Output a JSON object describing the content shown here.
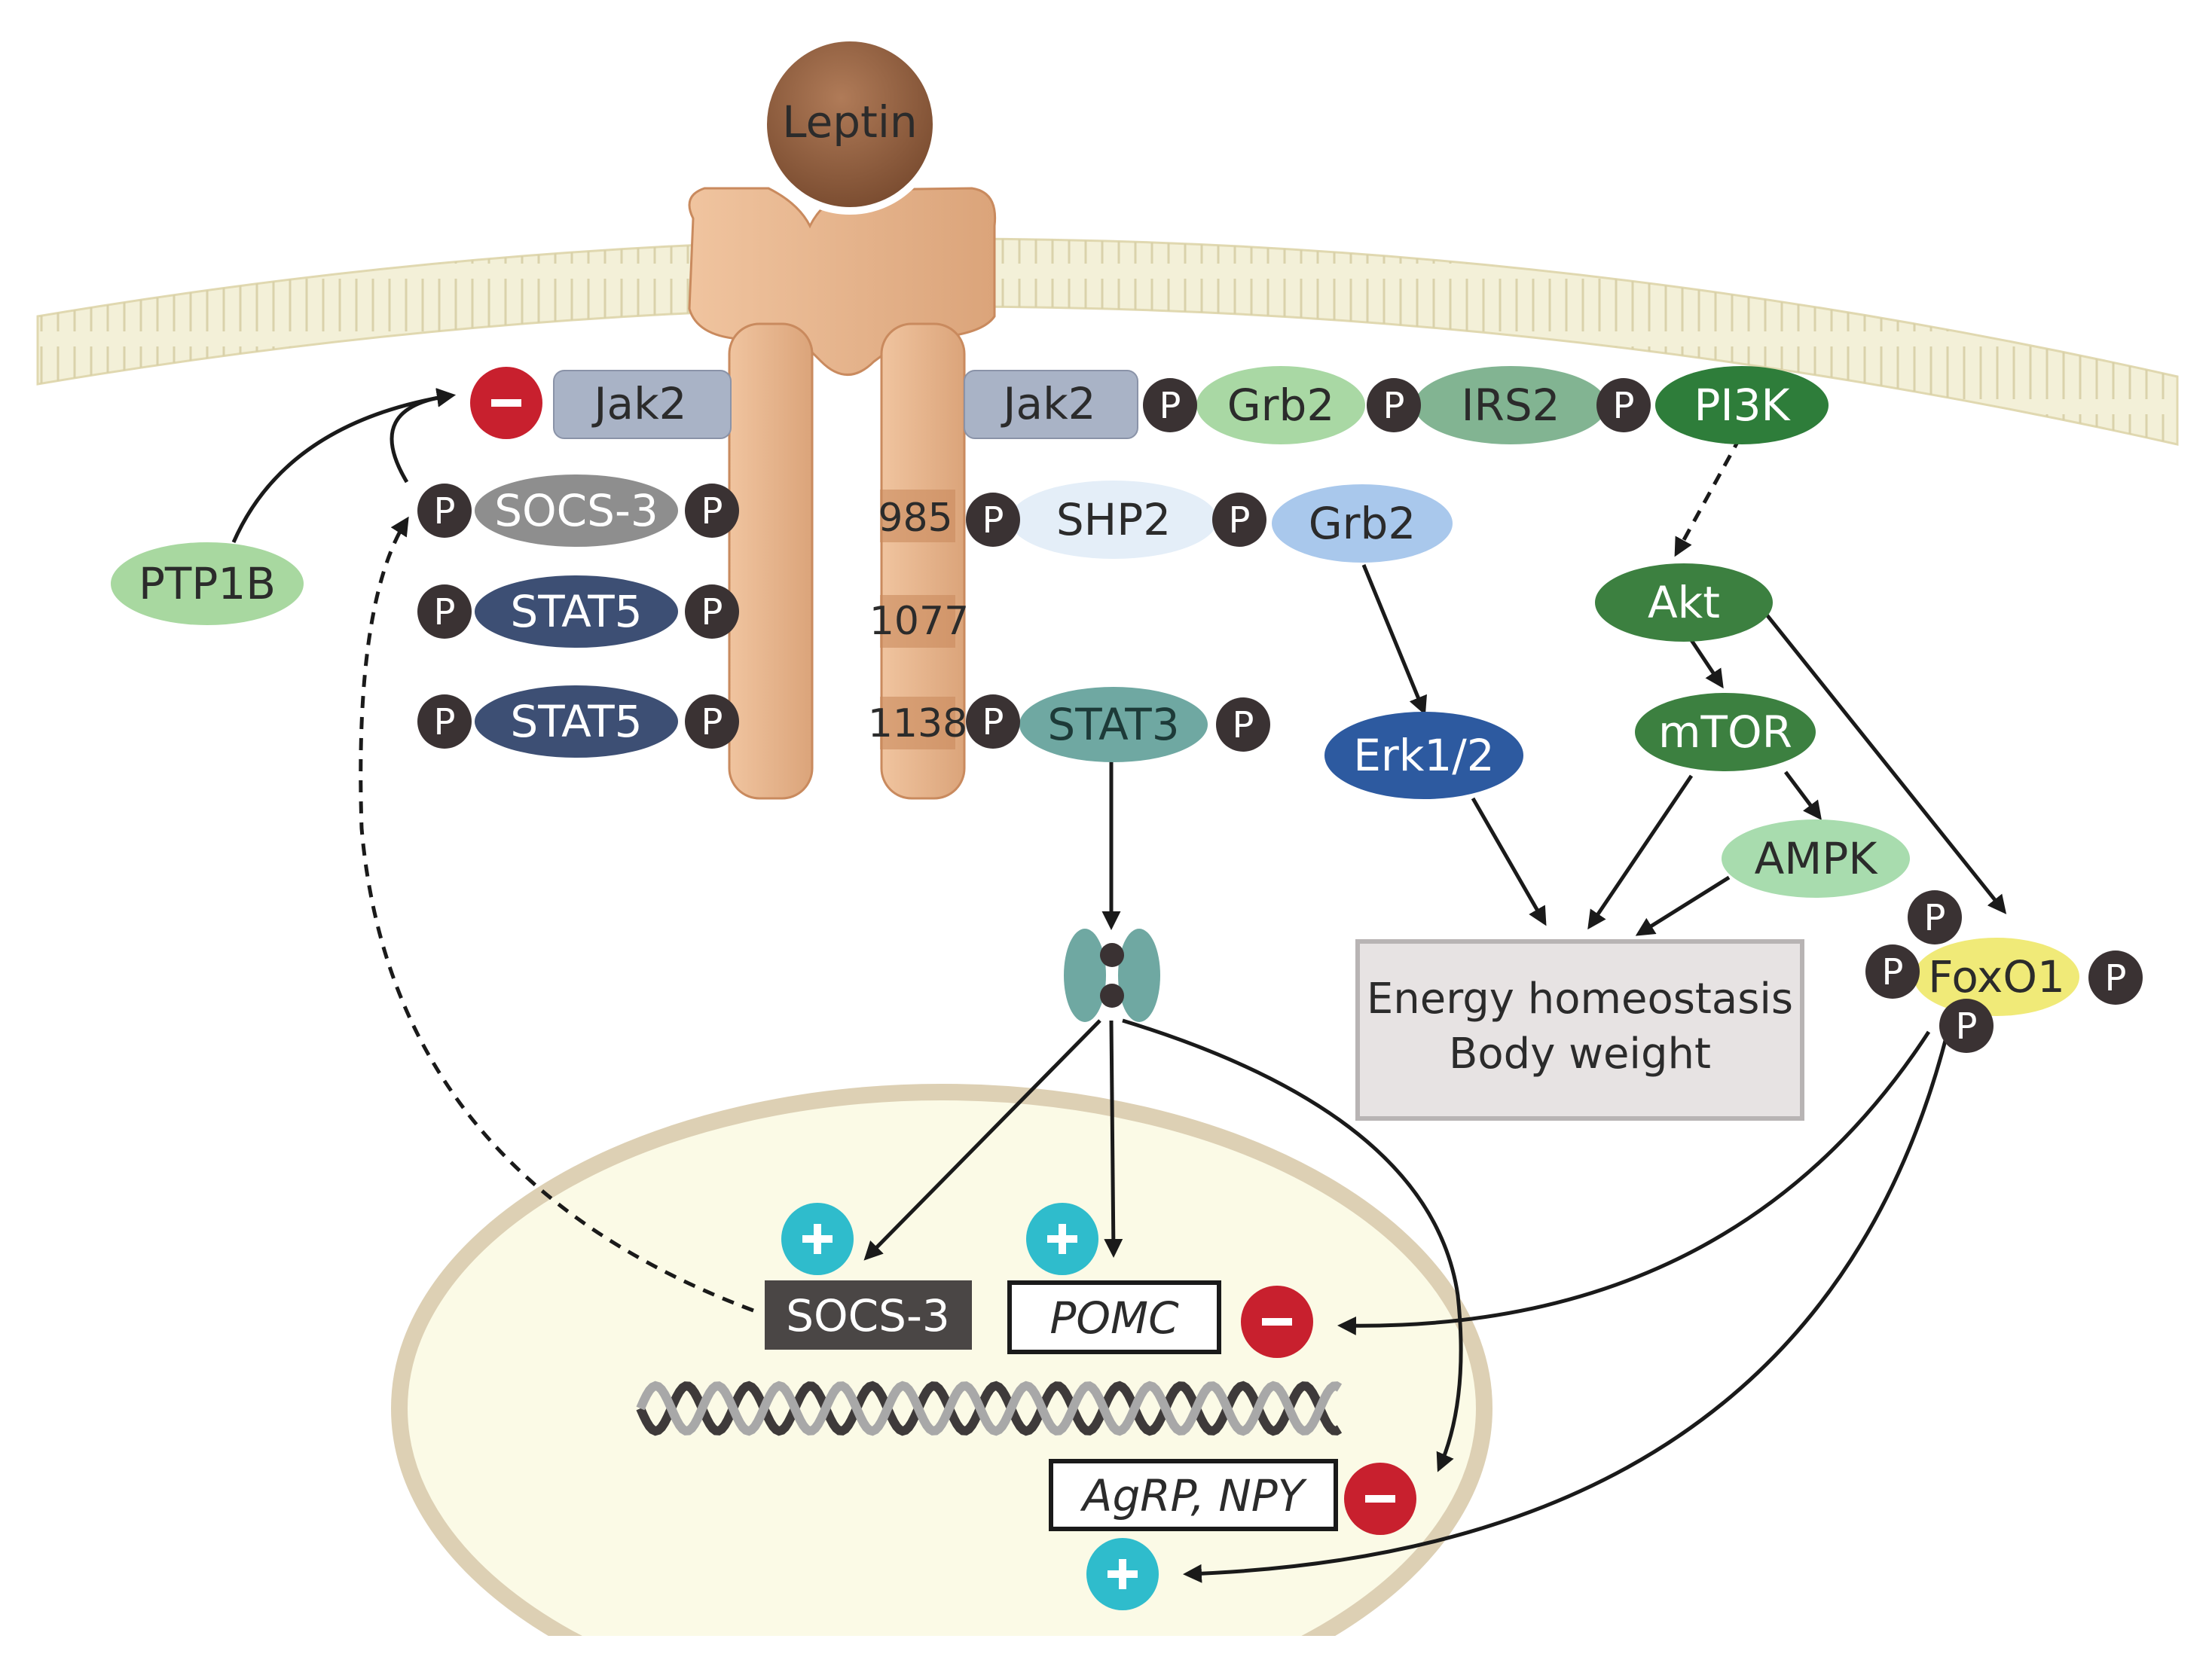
{
  "labels": {
    "leptin": "Leptin",
    "jak2_left": "Jak2",
    "jak2_right": "Jak2",
    "socs3_cyto": "SOCS-3",
    "stat5_a": "STAT5",
    "stat5_b": "STAT5",
    "ptp1b": "PTP1B",
    "residue_985": "985",
    "residue_1077": "1077",
    "residue_1138": "1138",
    "shp2": "SHP2",
    "grb2_top": "Grb2",
    "grb2_mid": "Grb2",
    "irs2": "IRS2",
    "pi3k": "PI3K",
    "stat3": "STAT3",
    "akt": "Akt",
    "mtor": "mTOR",
    "ampk": "AMPK",
    "erk": "Erk1/2",
    "foxo1": "FoxO1",
    "energy_line1": "Energy homeostasis",
    "energy_line2": "Body weight",
    "socs3_gene": "SOCS-3",
    "pomc_gene": "POMC",
    "agrp_gene": "AgRP, NPY",
    "phospho": "P"
  },
  "colors": {
    "leptin": "#8a5a3c",
    "receptor": "#e8b68e",
    "receptor_dark": "#c98a5e",
    "membrane": "#f0ecd2",
    "membrane_line": "#d8d0a8",
    "nucleus": "#fbfae6",
    "nucleus_border": "#d9ccb0",
    "jak2": "#a9b3c6",
    "socs3": "#8e8e8e",
    "stat5": "#3d4f74",
    "ptp1b": "#a8d8a0",
    "shp2": "#e4eef8",
    "grb2": "#a9c8ec",
    "grb2_top": "#a9d8a4",
    "irs2": "#82b492",
    "pi3k": "#2e7d3a",
    "akt": "#3c8040",
    "mtor": "#3c8040",
    "ampk": "#a8dcae",
    "erk": "#2d5aa0",
    "stat3": "#6fa8a2",
    "foxo1": "#f0ea78",
    "phospho": "#3a3233",
    "inhibit": "#c8202e",
    "activate": "#2fbccc",
    "energy_box": "#e7e3e3",
    "energy_border": "#b8b4b4"
  }
}
